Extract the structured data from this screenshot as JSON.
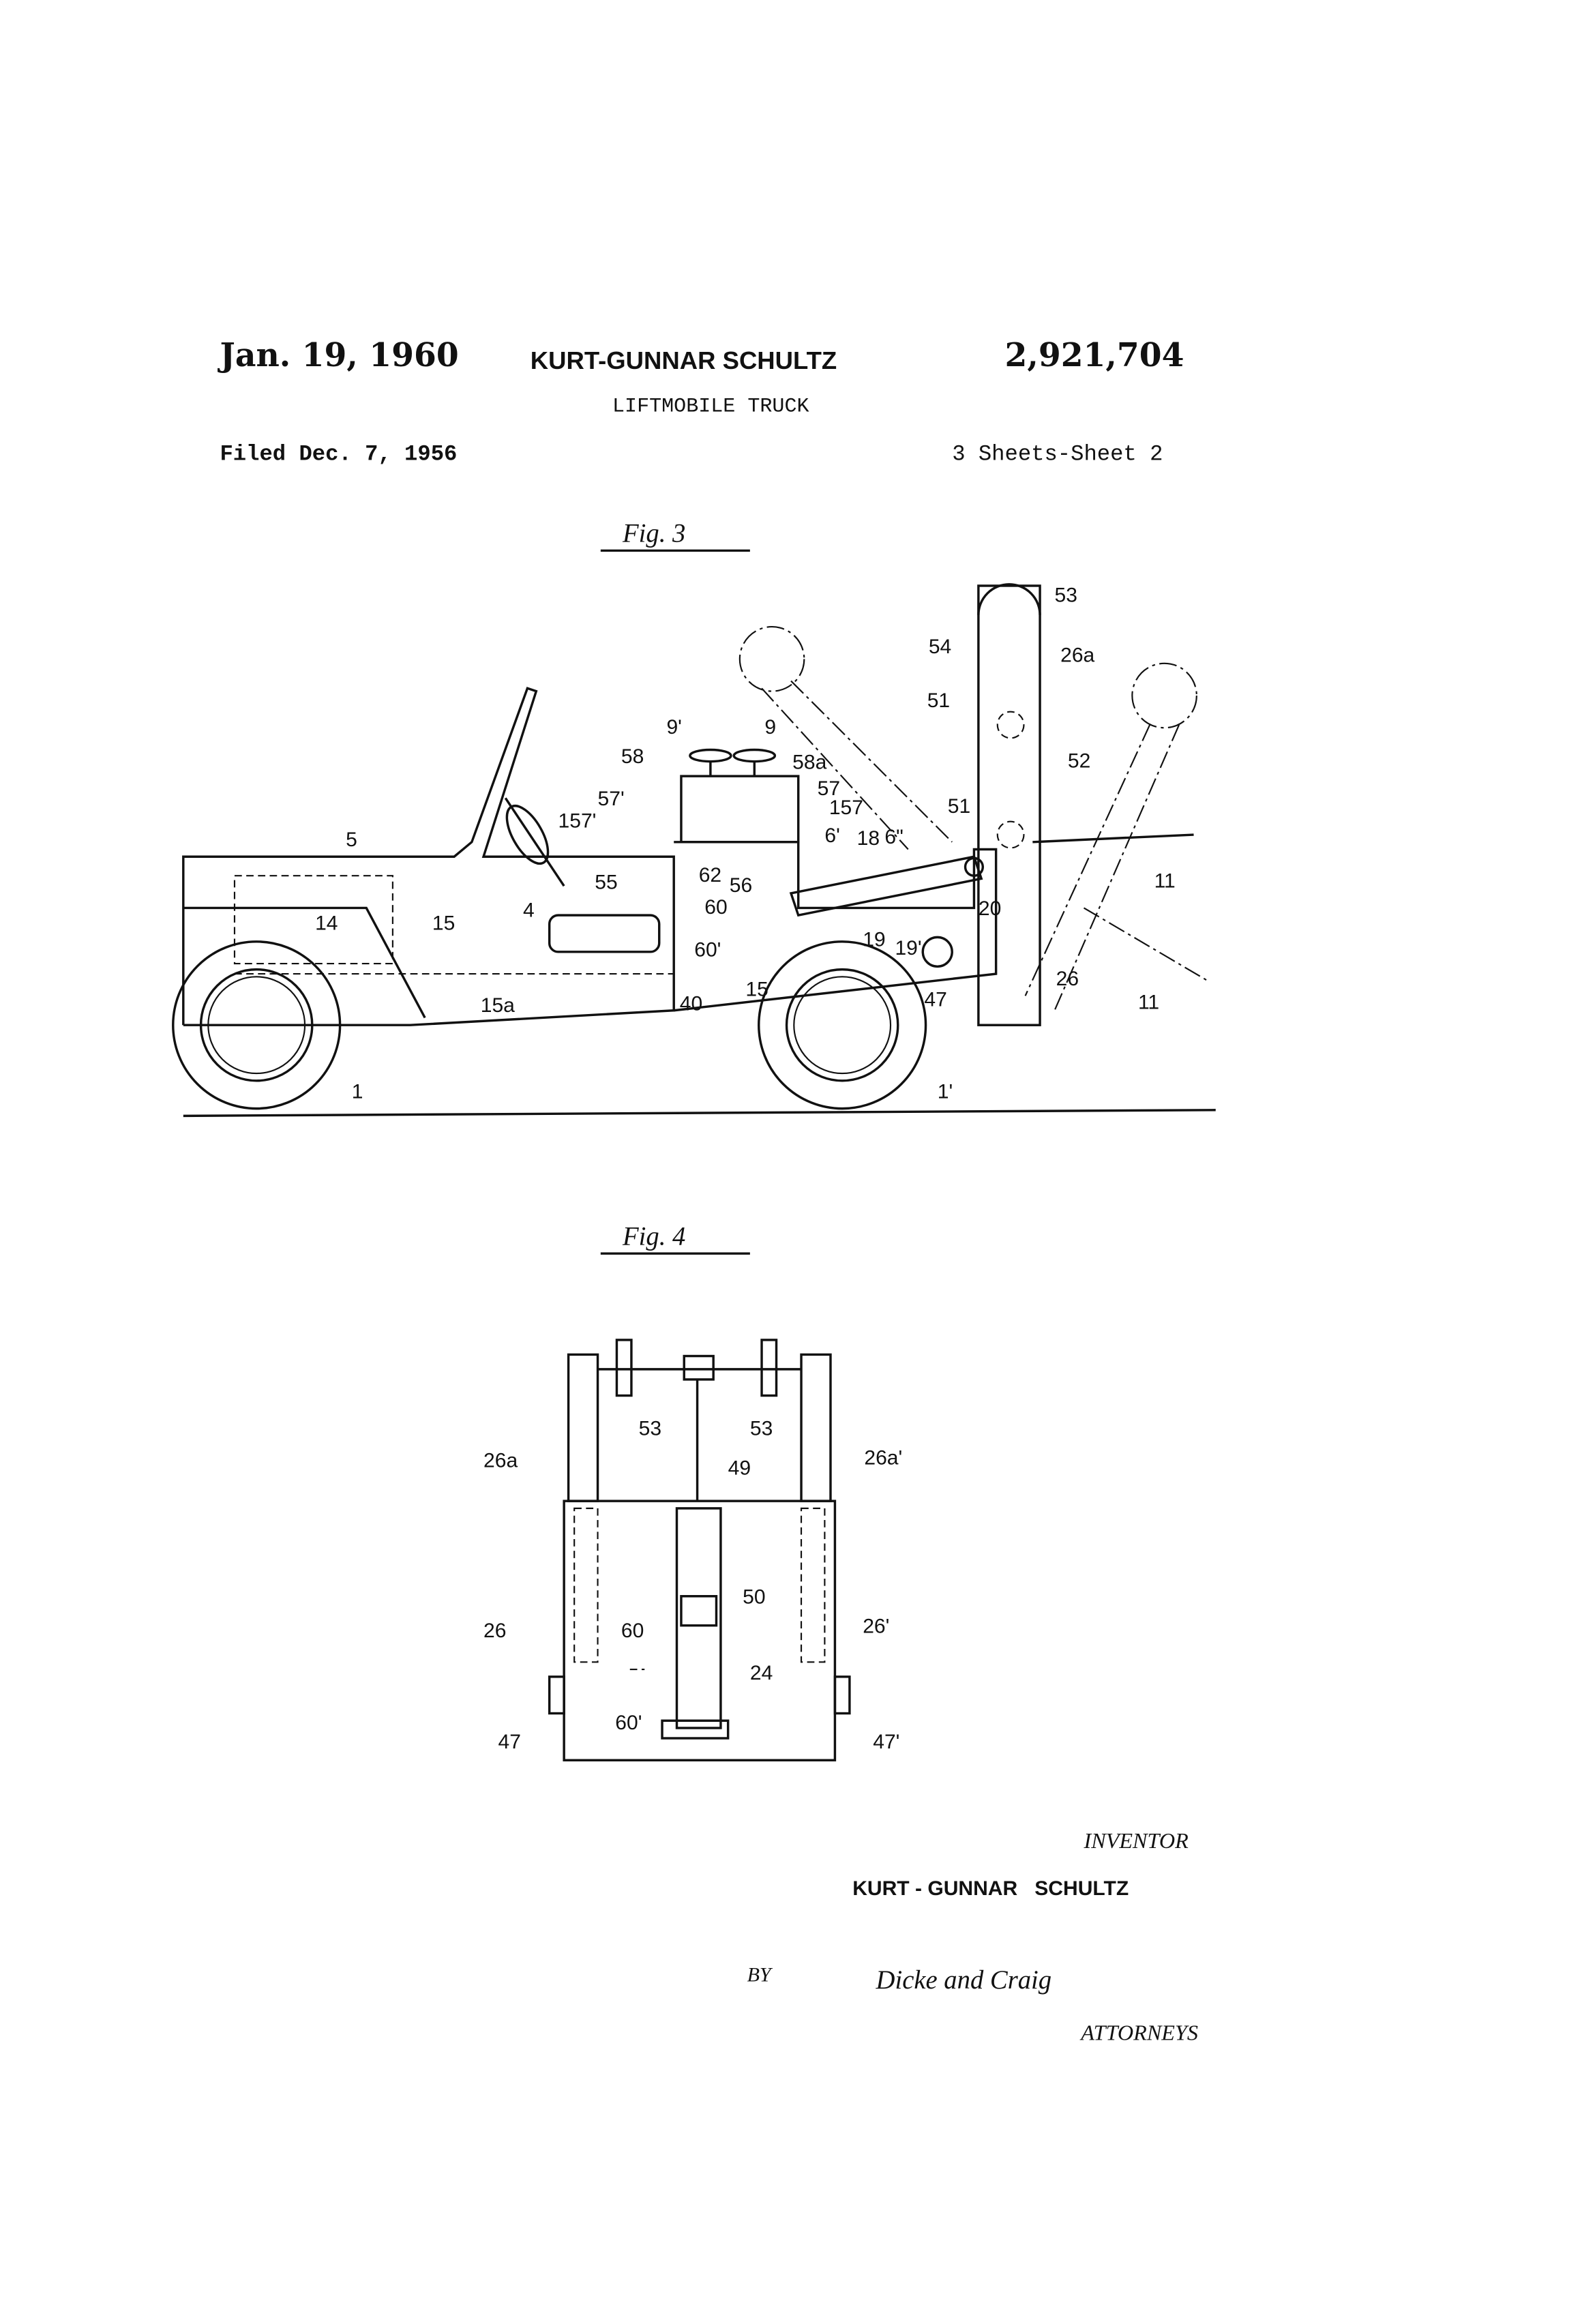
{
  "header": {
    "date": "Jan. 19, 1960",
    "inventor": "KURT-GUNNAR SCHULTZ",
    "patent_number": "2,921,704",
    "title": "LIFTMOBILE TRUCK",
    "filed": "Filed Dec. 7, 1956",
    "sheets": "3 Sheets-Sheet 2"
  },
  "fig3": {
    "caption": "Fig. 3",
    "labels": [
      "53",
      "54",
      "26a",
      "51",
      "9'",
      "9",
      "58",
      "58a",
      "52",
      "57'",
      "57",
      "157'",
      "157",
      "51",
      "6'",
      "18",
      "6\"",
      "5",
      "62",
      "56",
      "55",
      "11",
      "60",
      "20",
      "14",
      "15",
      "4",
      "19",
      "19'",
      "60'",
      "15",
      "26",
      "47",
      "40",
      "15a",
      "11",
      "1",
      "1'"
    ]
  },
  "fig4": {
    "caption": "Fig. 4",
    "labels": [
      "53",
      "53",
      "26a",
      "49",
      "26a'",
      "50",
      "26",
      "60",
      "26'",
      "24",
      "60'",
      "47",
      "47'"
    ]
  },
  "footer": {
    "inventor_heading": "INVENTOR",
    "inventor_name": "KURT - GUNNAR   SCHULTZ",
    "by": "BY",
    "signature": "Dicke and Craig",
    "attorneys": "ATTORNEYS"
  }
}
